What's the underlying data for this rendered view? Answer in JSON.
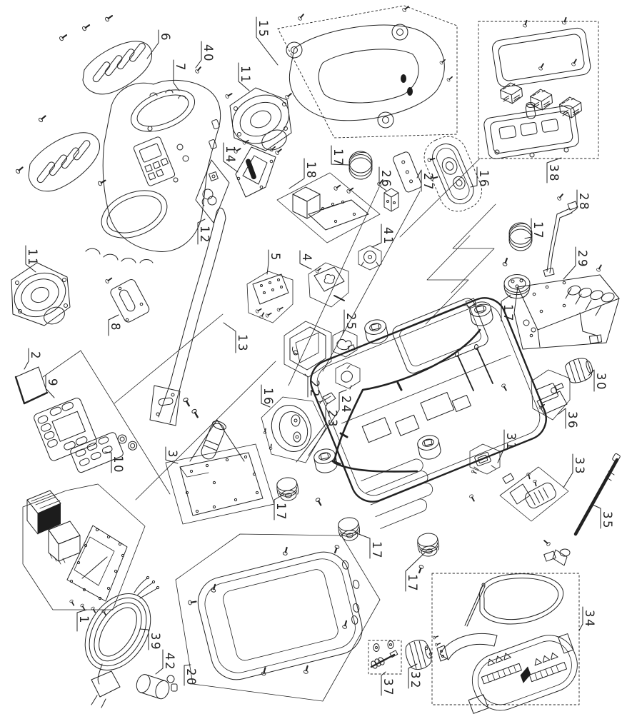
{
  "figure": {
    "type": "exploded-parts-diagram",
    "background": "#ffffff",
    "ink": "#222222",
    "parts_shown": [
      "1",
      "2",
      "3",
      "4",
      "5",
      "6",
      "7",
      "8",
      "9",
      "10",
      "11",
      "12",
      "13",
      "14",
      "15",
      "16",
      "17",
      "18",
      "20",
      "22",
      "23",
      "24",
      "25",
      "26",
      "27",
      "28",
      "29",
      "30",
      "31",
      "32",
      "33",
      "34",
      "35",
      "36",
      "37",
      "38",
      "39",
      "40",
      "41",
      "42"
    ]
  },
  "labels": [
    {
      "n": "6"
    },
    {
      "n": "7"
    },
    {
      "n": "40"
    },
    {
      "n": "11"
    },
    {
      "n": "15"
    },
    {
      "n": "14"
    },
    {
      "n": "12"
    },
    {
      "n": "13"
    },
    {
      "n": "18"
    },
    {
      "n": "17"
    },
    {
      "n": "26"
    },
    {
      "n": "27"
    },
    {
      "n": "16"
    },
    {
      "n": "38"
    },
    {
      "n": "28"
    },
    {
      "n": "17"
    },
    {
      "n": "29"
    },
    {
      "n": "17"
    },
    {
      "n": "30"
    },
    {
      "n": "36"
    },
    {
      "n": "31"
    },
    {
      "n": "33"
    },
    {
      "n": "35"
    },
    {
      "n": "34"
    },
    {
      "n": "32"
    },
    {
      "n": "37"
    },
    {
      "n": "17"
    },
    {
      "n": "17"
    },
    {
      "n": "17"
    },
    {
      "n": "20"
    },
    {
      "n": "42"
    },
    {
      "n": "39"
    },
    {
      "n": "1"
    },
    {
      "n": "10"
    },
    {
      "n": "9"
    },
    {
      "n": "2"
    },
    {
      "n": "8"
    },
    {
      "n": "11"
    },
    {
      "n": "3"
    },
    {
      "n": "16"
    },
    {
      "n": "22"
    },
    {
      "n": "25"
    },
    {
      "n": "24"
    },
    {
      "n": "23"
    },
    {
      "n": "5"
    },
    {
      "n": "4"
    },
    {
      "n": "41"
    }
  ]
}
